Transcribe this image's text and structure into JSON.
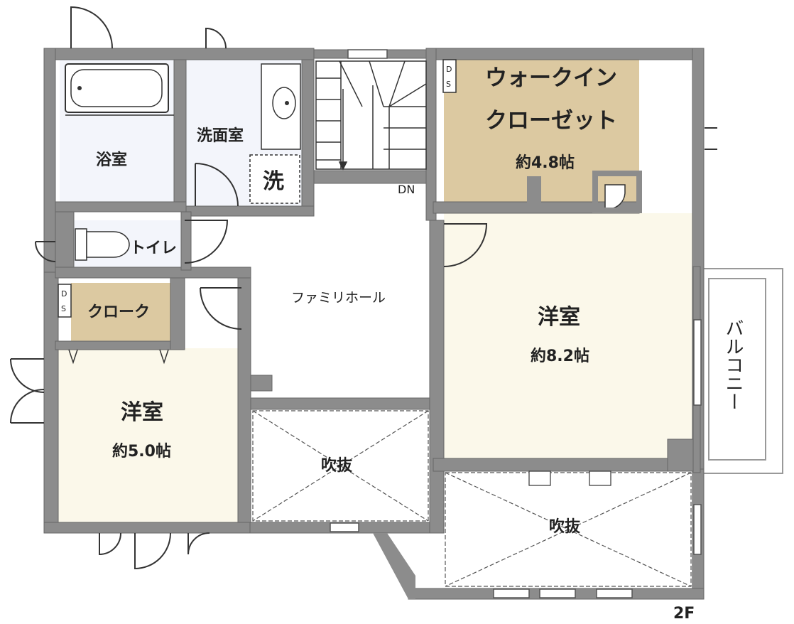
{
  "floor_label": "2F",
  "colors": {
    "wall": "#8c8c8c",
    "room": "#fbf8ea",
    "closet": "#dcc9a1",
    "wet": "#f3f5fb",
    "open": "#ffffff"
  },
  "rooms": {
    "bath": "浴室",
    "washroom": "洗面室",
    "washer": "洗",
    "toilet": "トイレ",
    "walkin_line1": "ウォークイン",
    "walkin_line2": "クローゼット",
    "walkin_size": "約4.8帖",
    "cloak": "クローク",
    "hall": "ファミリホール",
    "bedroom_large": "洋室",
    "bedroom_large_size": "約8.2帖",
    "bedroom_small": "洋室",
    "bedroom_small_size": "約5.0帖",
    "void_center": "吹抜",
    "void_right": "吹抜",
    "balcony": "バルコニー"
  },
  "marks": {
    "stair_dn": "DN",
    "ds_1": "D\nS",
    "ds_2": "D\nS"
  }
}
